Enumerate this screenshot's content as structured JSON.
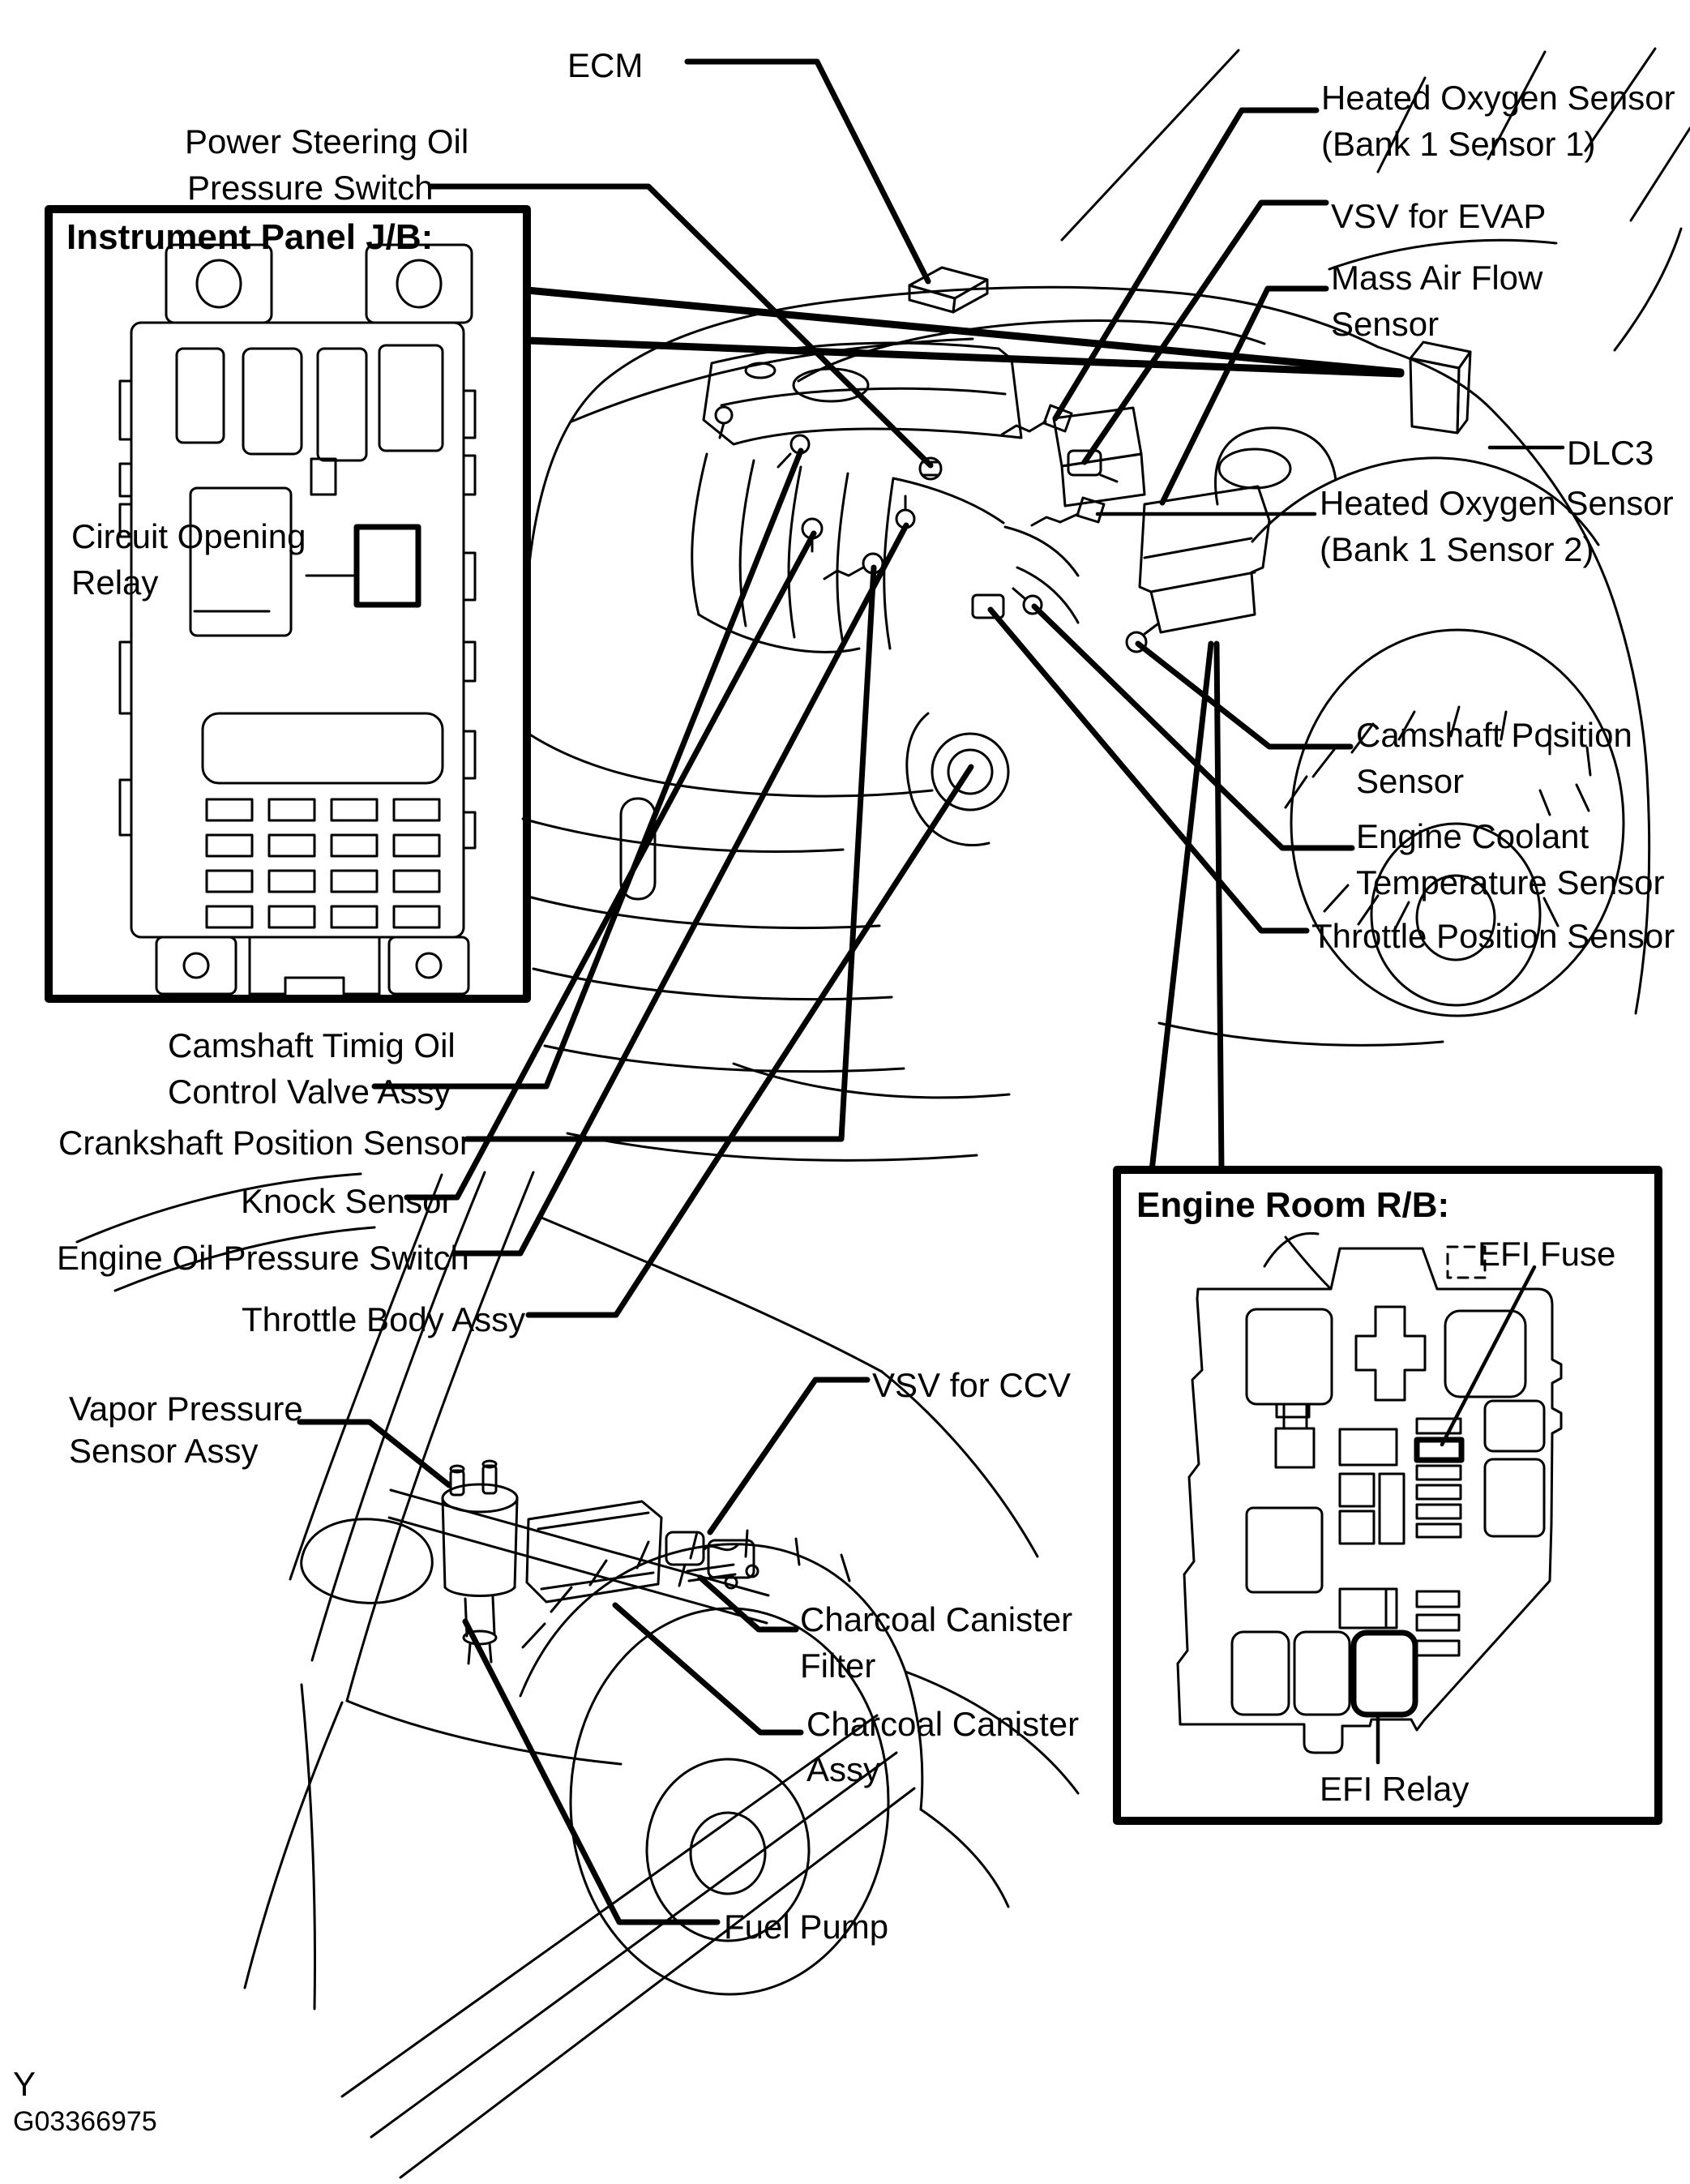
{
  "figure": {
    "page_mark": "Y",
    "id_code": "G03366975"
  },
  "colors": {
    "ink": "#000000",
    "paper": "#ffffff"
  },
  "labels": {
    "ecm": "ECM",
    "power_steering": {
      "l1": "Power Steering Oil",
      "l2": "Pressure Switch"
    },
    "ho2s_b1s1": {
      "l1": "Heated Oxygen Sensor",
      "l2": "(Bank 1 Sensor 1)"
    },
    "vsv_evap": "VSV for EVAP",
    "maf": {
      "l1": "Mass Air Flow",
      "l2": "Sensor"
    },
    "dlc3": "DLC3",
    "ho2s_b1s2": {
      "l1": "Heated Oxygen Sensor",
      "l2": "(Bank 1 Sensor 2)"
    },
    "camshaft_position": {
      "l1": "Camshaft Position",
      "l2": "Sensor"
    },
    "ect": {
      "l1": "Engine Coolant",
      "l2": "Temperature Sensor"
    },
    "tps": "Throttle Position Sensor",
    "ocv": {
      "l1": "Camshaft Timig Oil",
      "l2": "Control Valve Assy"
    },
    "ckp": "Crankshaft Position Sensor",
    "knock": "Knock Sensor",
    "oil_pressure": "Engine Oil Pressure Switch",
    "throttle_body": "Throttle Body Assy",
    "vapor": {
      "l1": "Vapor Pressure",
      "l2": "Sensor Assy"
    },
    "vsv_ccv": "VSV for CCV",
    "canister_filter": {
      "l1": "Charcoal Canister",
      "l2": "Filter"
    },
    "canister_assy": {
      "l1": "Charcoal Canister",
      "l2": "Assy"
    },
    "fuel_pump": "Fuel Pump"
  },
  "inset_boxes": {
    "instrument_panel_jb": {
      "title": "Instrument Panel J/B:",
      "relay": {
        "l1": "Circuit Opening",
        "l2": "Relay"
      }
    },
    "engine_room_rb": {
      "title": "Engine Room R/B:",
      "efi_fuse": "EFI Fuse",
      "efi_relay": "EFI Relay"
    }
  }
}
